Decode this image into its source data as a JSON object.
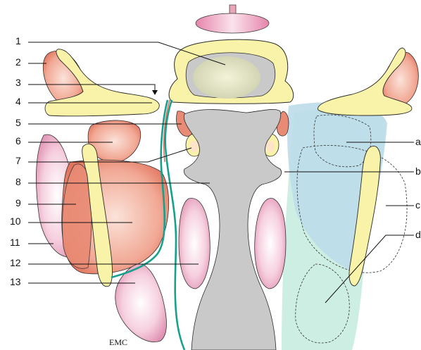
{
  "diagram": {
    "left_labels": [
      "1",
      "2",
      "3",
      "4",
      "5",
      "6",
      "7",
      "8",
      "9",
      "10",
      "11",
      "12",
      "13"
    ],
    "right_labels": [
      "a",
      "b",
      "c",
      "d"
    ],
    "watermark": "EMC"
  },
  "colors": {
    "bone": "#f8f3a8",
    "bone_stroke": "#2a2a2a",
    "cartilage_gray": "#c9c9c9",
    "muscle_red": "#e98a74",
    "muscle_pink": "#f2c6d6",
    "green_line": "#17a08c",
    "zone_blue": "#bcdbe9",
    "zone_green": "#cdeee3"
  }
}
